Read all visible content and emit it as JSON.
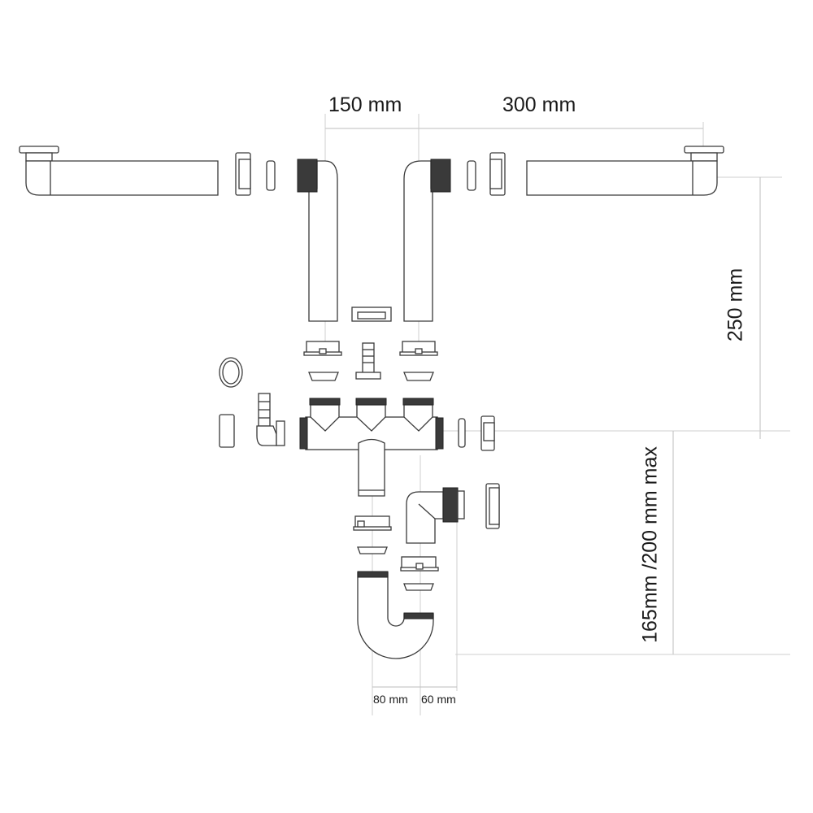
{
  "dimensions": {
    "top_left": "150 mm",
    "top_right": "300 mm",
    "right_height": "250 mm",
    "trap_height": "165mm /200 mm max",
    "bottom_left": "80 mm",
    "bottom_right": "60 mm"
  },
  "colors": {
    "line": "#3a3a3a",
    "thread": "#3a3a3a",
    "guide": "#cfcfcf"
  }
}
